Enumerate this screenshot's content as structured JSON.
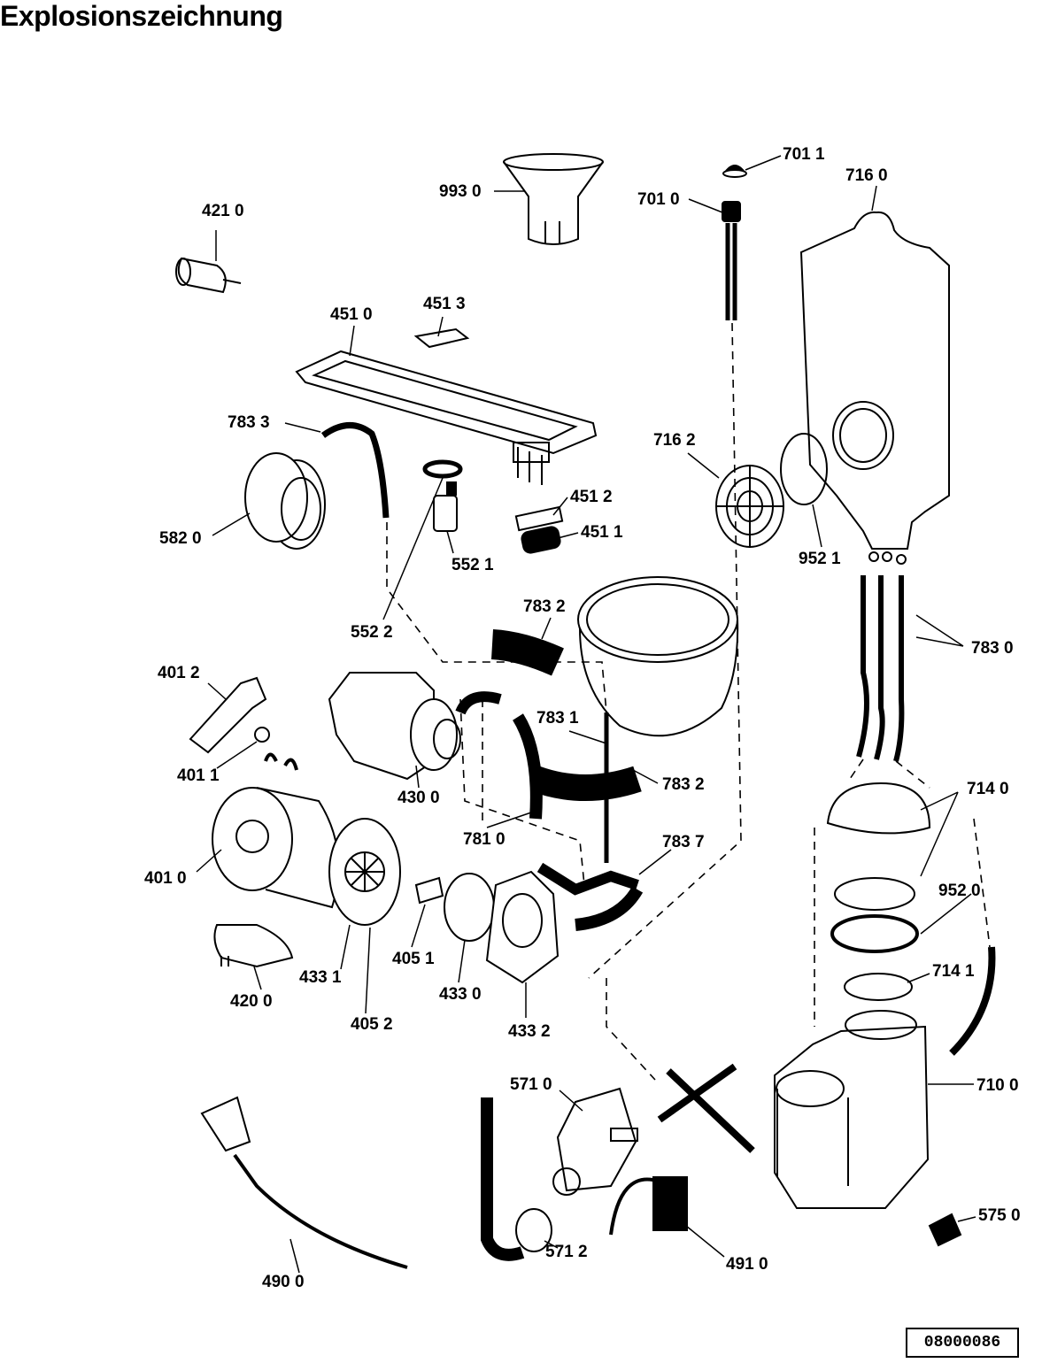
{
  "title": "Explosionszeichnung",
  "reference_number": "08000086",
  "parts": [
    {
      "id": "p9930",
      "label": "993 0"
    },
    {
      "id": "p7011",
      "label": "701 1"
    },
    {
      "id": "p7010",
      "label": "701 0"
    },
    {
      "id": "p7160",
      "label": "716 0"
    },
    {
      "id": "p4210",
      "label": "421 0"
    },
    {
      "id": "p4510",
      "label": "451 0"
    },
    {
      "id": "p4513",
      "label": "451 3"
    },
    {
      "id": "p7833",
      "label": "783 3"
    },
    {
      "id": "p7162",
      "label": "716 2"
    },
    {
      "id": "p4512",
      "label": "451 2"
    },
    {
      "id": "p4511",
      "label": "451 1"
    },
    {
      "id": "p5820",
      "label": "582 0"
    },
    {
      "id": "p5521",
      "label": "552 1"
    },
    {
      "id": "p9521",
      "label": "952 1"
    },
    {
      "id": "p7832a",
      "label": "783 2"
    },
    {
      "id": "p5522",
      "label": "552 2"
    },
    {
      "id": "p7830",
      "label": "783 0"
    },
    {
      "id": "p4012",
      "label": "401 2"
    },
    {
      "id": "p7831",
      "label": "783 1"
    },
    {
      "id": "p4011",
      "label": "401 1"
    },
    {
      "id": "p4300",
      "label": "430 0"
    },
    {
      "id": "p7832b",
      "label": "783 2"
    },
    {
      "id": "p7140",
      "label": "714 0"
    },
    {
      "id": "p7810",
      "label": "781 0"
    },
    {
      "id": "p7837",
      "label": "783 7"
    },
    {
      "id": "p4010",
      "label": "401 0"
    },
    {
      "id": "p9520",
      "label": "952 0"
    },
    {
      "id": "p4051",
      "label": "405 1"
    },
    {
      "id": "p7141",
      "label": "714 1"
    },
    {
      "id": "p4331",
      "label": "433 1"
    },
    {
      "id": "p4330",
      "label": "433 0"
    },
    {
      "id": "p4200",
      "label": "420 0"
    },
    {
      "id": "p4052",
      "label": "405 2"
    },
    {
      "id": "p4332",
      "label": "433 2"
    },
    {
      "id": "p7100",
      "label": "710 0"
    },
    {
      "id": "p5710",
      "label": "571 0"
    },
    {
      "id": "p5750",
      "label": "575 0"
    },
    {
      "id": "p5712",
      "label": "571 2"
    },
    {
      "id": "p4910",
      "label": "491 0"
    },
    {
      "id": "p4900",
      "label": "490 0"
    }
  ]
}
